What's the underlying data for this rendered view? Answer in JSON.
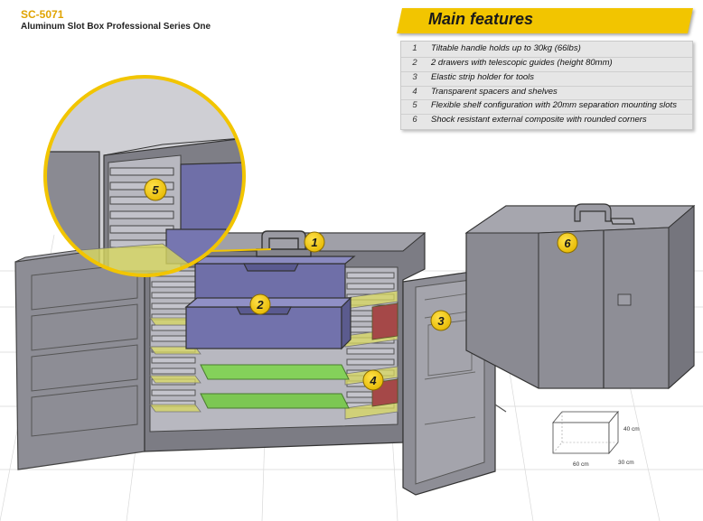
{
  "header": {
    "code": "SC-5071",
    "subtitle": "Aluminum Slot Box Professional Series One"
  },
  "features": {
    "title": "Main features",
    "items": [
      {
        "num": "1",
        "text": "Tiltable handle holds up to 30kg (66lbs)"
      },
      {
        "num": "2",
        "text": "2 drawers with telescopic guides (height 80mm)"
      },
      {
        "num": "3",
        "text": "Elastic strip holder for tools"
      },
      {
        "num": "4",
        "text": "Transparent spacers and shelves"
      },
      {
        "num": "5",
        "text": "Flexible shelf configuration with 20mm separation mounting slots"
      },
      {
        "num": "6",
        "text": "Shock resistant external composite with rounded corners"
      }
    ]
  },
  "callouts": {
    "c1": "1",
    "c2": "2",
    "c3": "3",
    "c4": "4",
    "c5": "5",
    "c6": "6"
  },
  "dimensions": {
    "height": "40 cm",
    "depth": "30 cm",
    "width": "60 cm"
  },
  "colors": {
    "accent": "#f2c500",
    "case_gray": "#8e8e96",
    "drawer_blue": "#6e6ea8",
    "shelf_green": "#7fcf55",
    "shelf_yellow": "#c9c96a",
    "spacer_red": "#a04a4a"
  }
}
